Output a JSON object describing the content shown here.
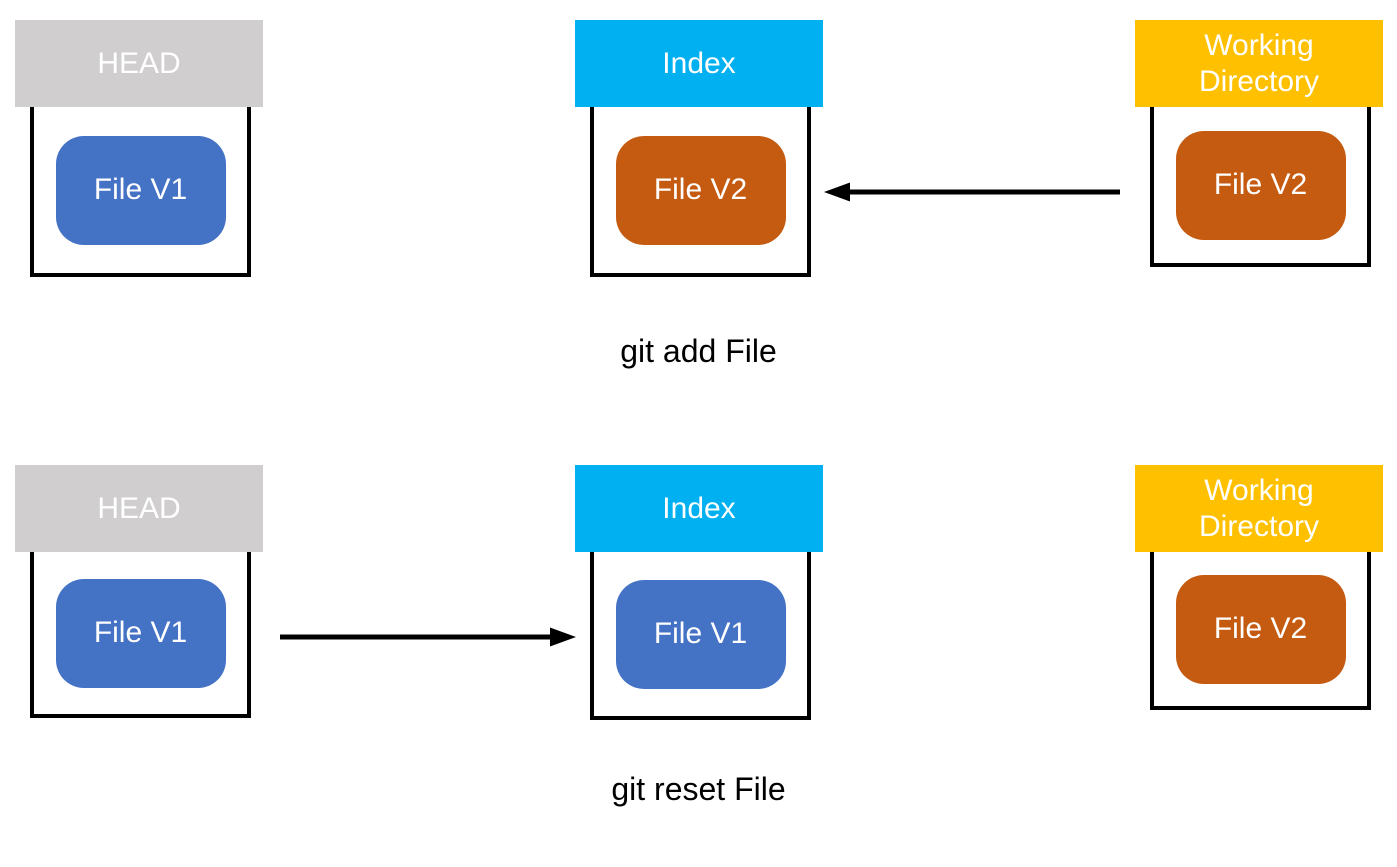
{
  "colors": {
    "head_header_bg": "#D0CECE",
    "index_header_bg": "#00B0F0",
    "working_dir_header_bg": "#FFC000",
    "file_v1_bg": "#4472C4",
    "file_v2_bg": "#C55A11",
    "header_text": "#FFFFFF",
    "box_border": "#000000",
    "arrow": "#000000",
    "caption_text": "#000000",
    "background": "#FFFFFF"
  },
  "rows": [
    {
      "caption": "git add File",
      "columns": [
        {
          "header": "HEAD",
          "file": "File V1"
        },
        {
          "header": "Index",
          "file": "File V2"
        },
        {
          "header": "Working Directory",
          "file": "File V2"
        }
      ],
      "arrow": {
        "from": "Working Directory",
        "to": "Index",
        "direction": "left"
      }
    },
    {
      "caption": "git reset File",
      "columns": [
        {
          "header": "HEAD",
          "file": "File V1"
        },
        {
          "header": "Index",
          "file": "File V1"
        },
        {
          "header": "Working Directory",
          "file": "File V2"
        }
      ],
      "arrow": {
        "from": "HEAD",
        "to": "Index",
        "direction": "right"
      }
    }
  ]
}
